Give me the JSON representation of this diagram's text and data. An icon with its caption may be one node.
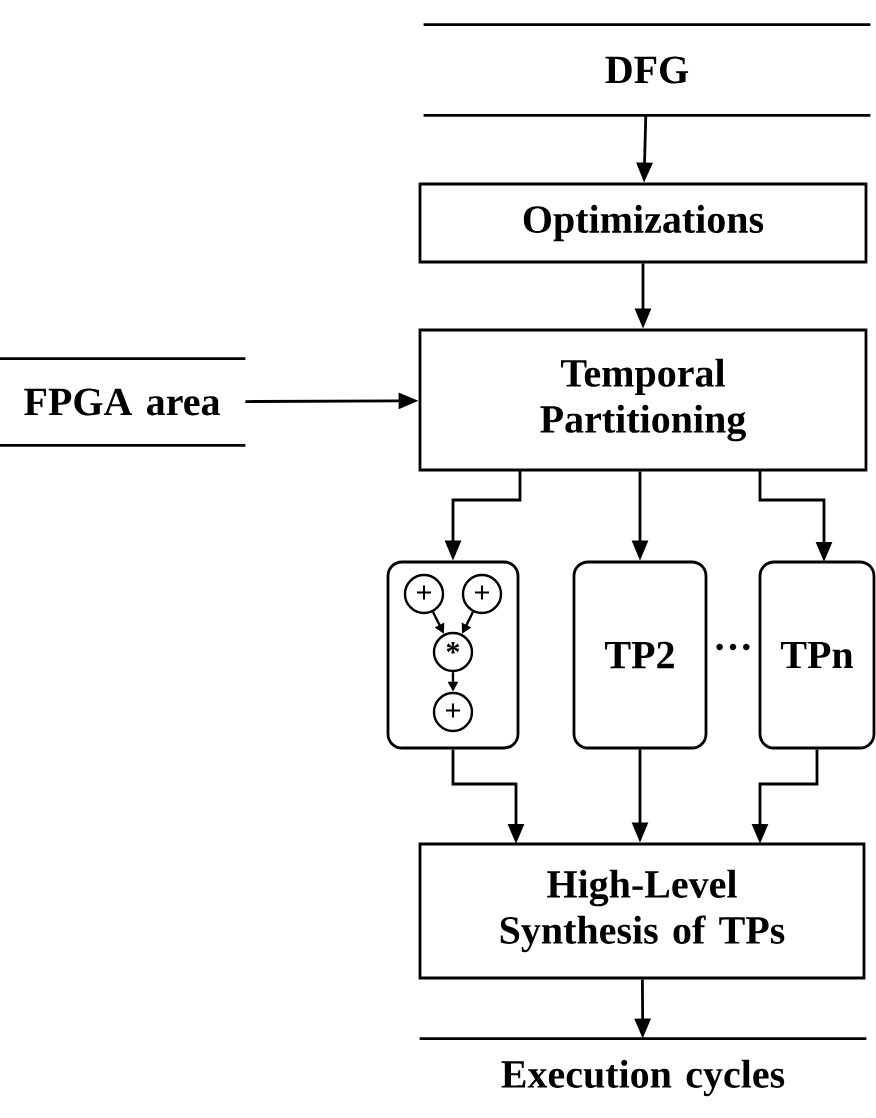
{
  "diagram": {
    "nodes": [
      {
        "text": [
          "DFG"
        ]
      },
      {
        "text": [
          "Optimizations"
        ]
      },
      {
        "text": [
          "Temporal Partitioning"
        ]
      },
      {
        "text": [
          "FPGA area"
        ]
      },
      {
        "text": [],
        "shape": "box"
      },
      {
        "text": [
          "+"
        ],
        "in": 4
      },
      {
        "text": [
          "+"
        ],
        "in": 4
      },
      {
        "text": [
          "*"
        ],
        "in": 4
      },
      {
        "text": [
          "+"
        ],
        "in": 4
      },
      {
        "text": [
          "TP2"
        ]
      },
      {
        "text": [
          "TPn"
        ]
      },
      {
        "text": [
          "High-Level Synthesis of TPs"
        ]
      },
      {
        "text": [
          "Execution cycles"
        ]
      }
    ],
    "edges": [
      {
        "from": 0,
        "to": 1,
        "arrow": "to"
      },
      {
        "from": 1,
        "to": 2,
        "arrow": "to"
      },
      {
        "from": 3,
        "to": 2,
        "arrow": "to"
      },
      {
        "from": 2,
        "to": 4,
        "arrow": "to"
      },
      {
        "from": 2,
        "to": 9,
        "arrow": "to"
      },
      {
        "from": 2,
        "to": 10,
        "arrow": "to"
      },
      {
        "from": 5,
        "to": 7,
        "arrow": "to"
      },
      {
        "from": 6,
        "to": 7,
        "arrow": "to"
      },
      {
        "from": 7,
        "to": 8,
        "arrow": "to"
      },
      {
        "from": 4,
        "to": 11,
        "arrow": "to"
      },
      {
        "from": 9,
        "to": 11,
        "arrow": "to"
      },
      {
        "from": 10,
        "to": 11,
        "arrow": "to"
      },
      {
        "from": 11,
        "to": 12,
        "arrow": "to"
      }
    ],
    "labels": [
      "···"
    ]
  }
}
